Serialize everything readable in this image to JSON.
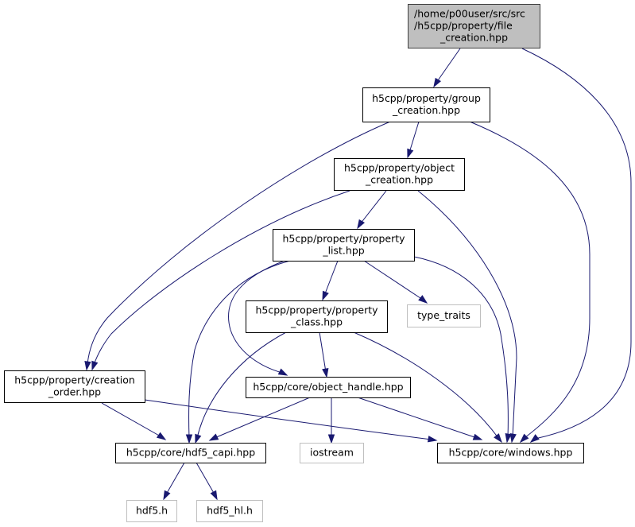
{
  "diagram": {
    "type": "include-dependency-graph",
    "colors": {
      "edge": "#191970",
      "root_fill": "#bfbfbf",
      "root_border": "#404040",
      "node_border": "#000000",
      "external_border": "#bfbfbf"
    },
    "nodes": [
      {
        "id": "file_creation",
        "kind": "root",
        "lines": [
          "/home/p00user/src/src",
          "/h5cpp/property/file",
          "_creation.hpp"
        ]
      },
      {
        "id": "group_creation",
        "kind": "internal",
        "lines": [
          "h5cpp/property/group",
          "_creation.hpp"
        ]
      },
      {
        "id": "object_creation",
        "kind": "internal",
        "lines": [
          "h5cpp/property/object",
          "_creation.hpp"
        ]
      },
      {
        "id": "property_list",
        "kind": "internal",
        "lines": [
          "h5cpp/property/property",
          "_list.hpp"
        ]
      },
      {
        "id": "property_class",
        "kind": "internal",
        "lines": [
          "h5cpp/property/property",
          "_class.hpp"
        ]
      },
      {
        "id": "type_traits",
        "kind": "external",
        "lines": [
          "type_traits"
        ]
      },
      {
        "id": "creation_order",
        "kind": "internal",
        "lines": [
          "h5cpp/property/creation",
          "_order.hpp"
        ]
      },
      {
        "id": "object_handle",
        "kind": "internal",
        "lines": [
          "h5cpp/core/object_handle.hpp"
        ]
      },
      {
        "id": "hdf5_capi",
        "kind": "internal",
        "lines": [
          "h5cpp/core/hdf5_capi.hpp"
        ]
      },
      {
        "id": "iostream",
        "kind": "external",
        "lines": [
          "iostream"
        ]
      },
      {
        "id": "windows",
        "kind": "internal",
        "lines": [
          "h5cpp/core/windows.hpp"
        ]
      },
      {
        "id": "hdf5_h",
        "kind": "external",
        "lines": [
          "hdf5.h"
        ]
      },
      {
        "id": "hdf5_hl_h",
        "kind": "external",
        "lines": [
          "hdf5_hl.h"
        ]
      }
    ],
    "edges": [
      {
        "from": "file_creation",
        "to": "group_creation"
      },
      {
        "from": "file_creation",
        "to": "windows"
      },
      {
        "from": "group_creation",
        "to": "object_creation"
      },
      {
        "from": "group_creation",
        "to": "creation_order"
      },
      {
        "from": "group_creation",
        "to": "windows"
      },
      {
        "from": "object_creation",
        "to": "property_list"
      },
      {
        "from": "object_creation",
        "to": "creation_order"
      },
      {
        "from": "object_creation",
        "to": "windows"
      },
      {
        "from": "property_list",
        "to": "property_class"
      },
      {
        "from": "property_list",
        "to": "type_traits"
      },
      {
        "from": "property_list",
        "to": "object_handle"
      },
      {
        "from": "property_list",
        "to": "hdf5_capi"
      },
      {
        "from": "property_list",
        "to": "windows"
      },
      {
        "from": "property_class",
        "to": "object_handle"
      },
      {
        "from": "property_class",
        "to": "hdf5_capi"
      },
      {
        "from": "property_class",
        "to": "windows"
      },
      {
        "from": "creation_order",
        "to": "hdf5_capi"
      },
      {
        "from": "creation_order",
        "to": "windows"
      },
      {
        "from": "object_handle",
        "to": "hdf5_capi"
      },
      {
        "from": "object_handle",
        "to": "iostream"
      },
      {
        "from": "object_handle",
        "to": "windows"
      },
      {
        "from": "hdf5_capi",
        "to": "hdf5_h"
      },
      {
        "from": "hdf5_capi",
        "to": "hdf5_hl_h"
      }
    ]
  }
}
